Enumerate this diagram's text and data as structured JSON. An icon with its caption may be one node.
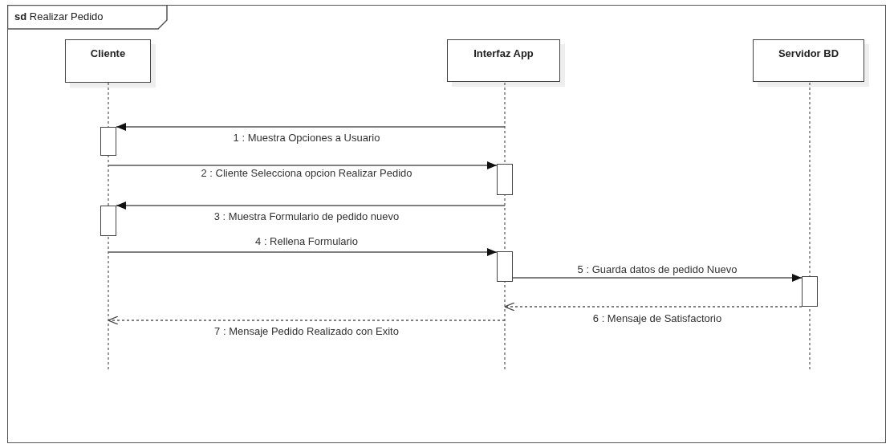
{
  "diagram": {
    "nodes": [
      {
        "text": [
          "**sd** Realizar Pedido"
        ]
      },
      {
        "text": [
          "Cliente"
        ],
        "in": 0
      },
      {
        "text": [
          "Interfaz App"
        ],
        "in": 0
      },
      {
        "text": [
          "Servidor BD"
        ],
        "in": 0
      },
      {
        "text": [],
        "shape": "line",
        "in": 0
      },
      {
        "text": [],
        "shape": "line",
        "in": 0
      },
      {
        "text": [],
        "shape": "line",
        "in": 0
      },
      {
        "text": [],
        "shape": "bar",
        "in": 0
      },
      {
        "text": [],
        "shape": "bar",
        "in": 0
      },
      {
        "text": [],
        "shape": "bar",
        "in": 0
      },
      {
        "text": [],
        "shape": "bar",
        "in": 0
      },
      {
        "text": [],
        "shape": "bar",
        "in": 0
      }
    ],
    "edges": [
      {
        "from": 5,
        "to": 7,
        "arrow": "to",
        "label": "1 : Muestra Opciones a Usuario"
      },
      {
        "from": 4,
        "to": 8,
        "arrow": "to",
        "label": "2 : Cliente Selecciona opcion Realizar Pedido"
      },
      {
        "from": 5,
        "to": 9,
        "arrow": "to",
        "label": "3 : Muestra Formulario de pedido nuevo"
      },
      {
        "from": 4,
        "to": 10,
        "arrow": "to",
        "label": "4 : Rellena Formulario"
      },
      {
        "from": 10,
        "to": 11,
        "arrow": "to",
        "label": "5 : Guarda datos de pedido Nuevo"
      },
      {
        "from": 11,
        "to": 5,
        "arrow": "to",
        "style": "dashed",
        "label": "6 : Mensaje de Satisfactorio"
      },
      {
        "from": 5,
        "to": 4,
        "arrow": "to",
        "style": "dashed",
        "label": "7 : Mensaje Pedido Realizado con Exito"
      }
    ]
  }
}
